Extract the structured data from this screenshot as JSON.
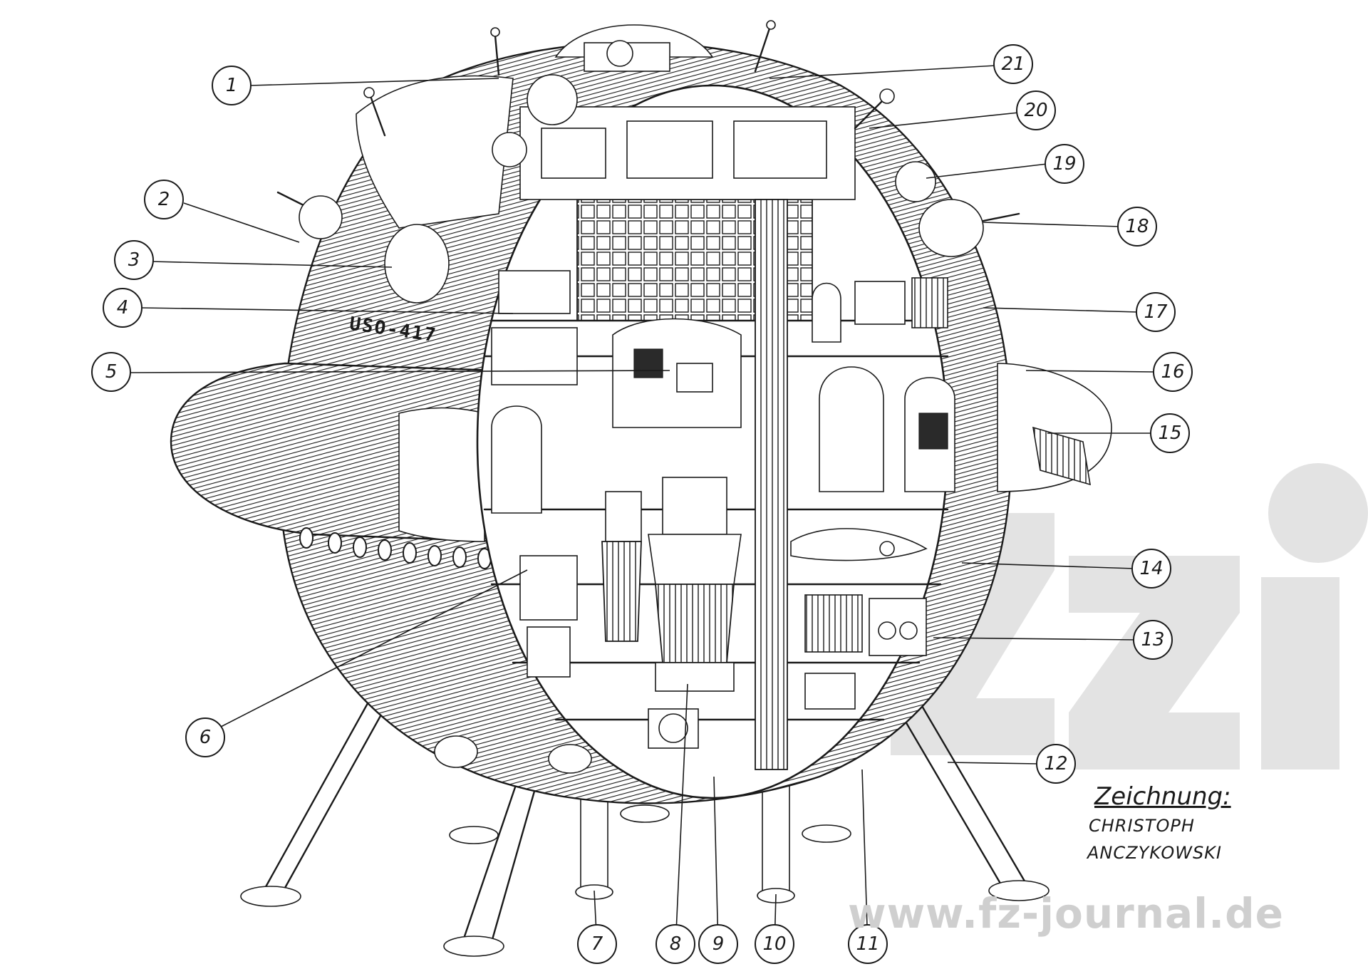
{
  "diagram": {
    "hull_marking": "USO-417",
    "credit": {
      "label": "Zeichnung:",
      "first_name": "CHRISTOPH",
      "last_name": "ANCZYKOWSKI"
    },
    "watermark": "www.fz-journal.de",
    "callouts": [
      "1",
      "2",
      "3",
      "4",
      "5",
      "6",
      "7",
      "8",
      "9",
      "10",
      "11",
      "12",
      "13",
      "14",
      "15",
      "16",
      "17",
      "18",
      "19",
      "20",
      "21"
    ]
  },
  "colors": {
    "ink": "#1a1a1a",
    "watermark": "#cfcfcf",
    "paper": "#ffffff"
  }
}
